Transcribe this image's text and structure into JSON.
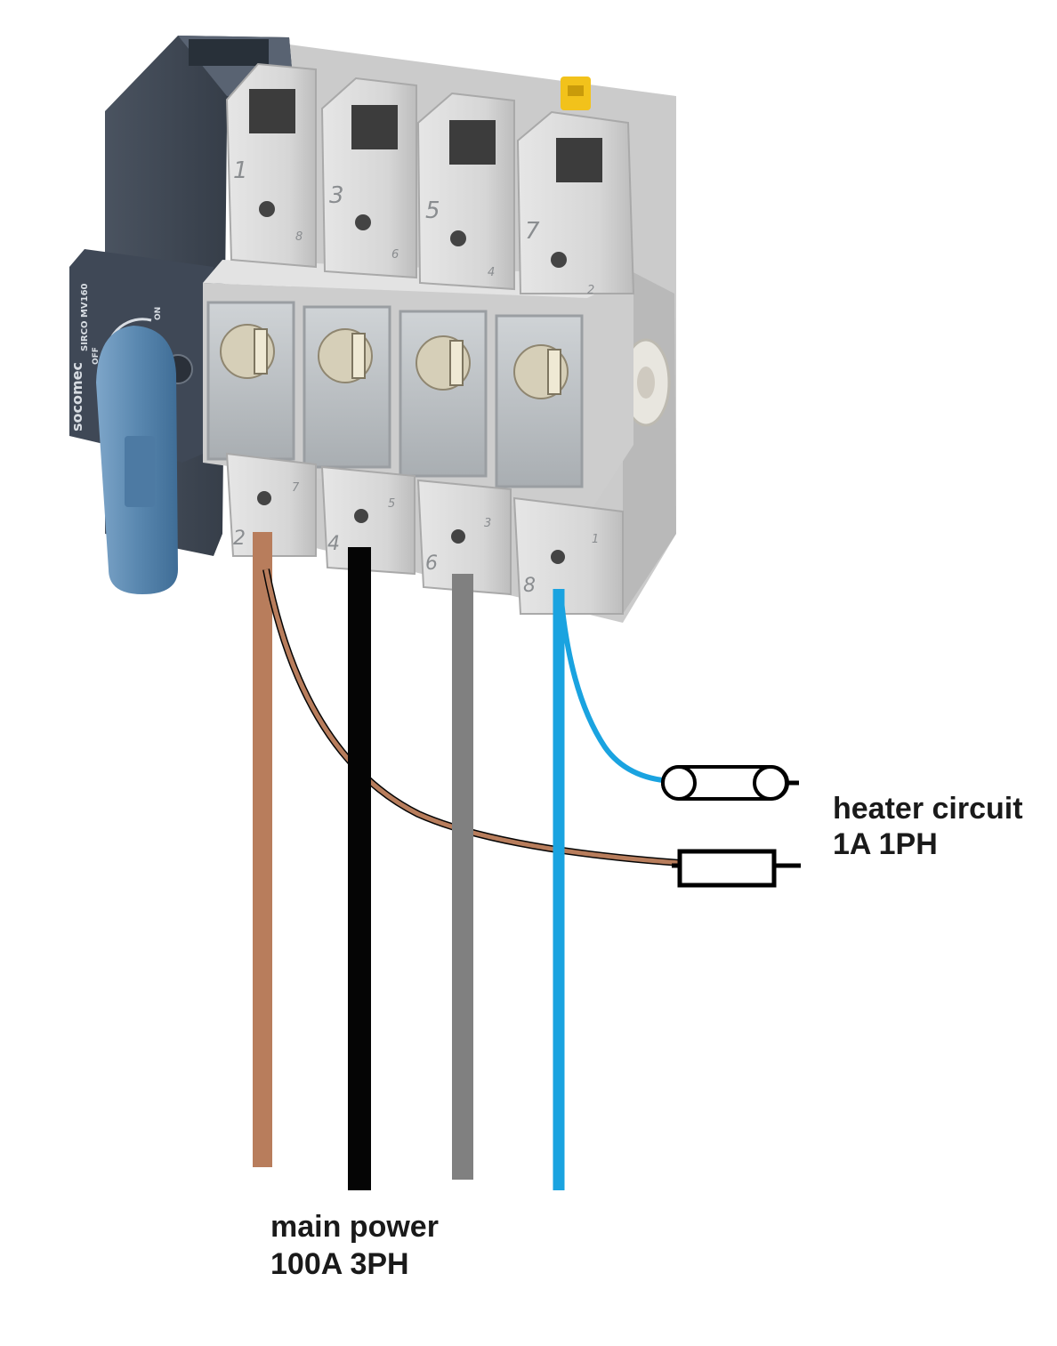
{
  "device": {
    "brand": "socomec",
    "model": "SIRCO MV160",
    "switch_off": "OFF",
    "switch_on": "ON",
    "top_terminals": [
      "1",
      "3",
      "5",
      "7"
    ],
    "top_terminal_marks": [
      "8",
      "6",
      "4",
      "2"
    ],
    "bottom_terminals": [
      "2",
      "4",
      "6",
      "8"
    ],
    "bottom_terminal_marks": [
      "7",
      "5",
      "3",
      "1"
    ]
  },
  "labels": {
    "heater_line1": "heater circuit",
    "heater_line2": "1A 1PH",
    "main_line1": "main power",
    "main_line2": "100A 3PH"
  },
  "colors": {
    "wire_brown": "#b87d5c",
    "wire_black": "#050505",
    "wire_grey": "#808080",
    "wire_blue": "#1aa3e0",
    "handle": "#5a88b0",
    "housing": "#d9d9d9",
    "operator_body": "#3a4350"
  }
}
